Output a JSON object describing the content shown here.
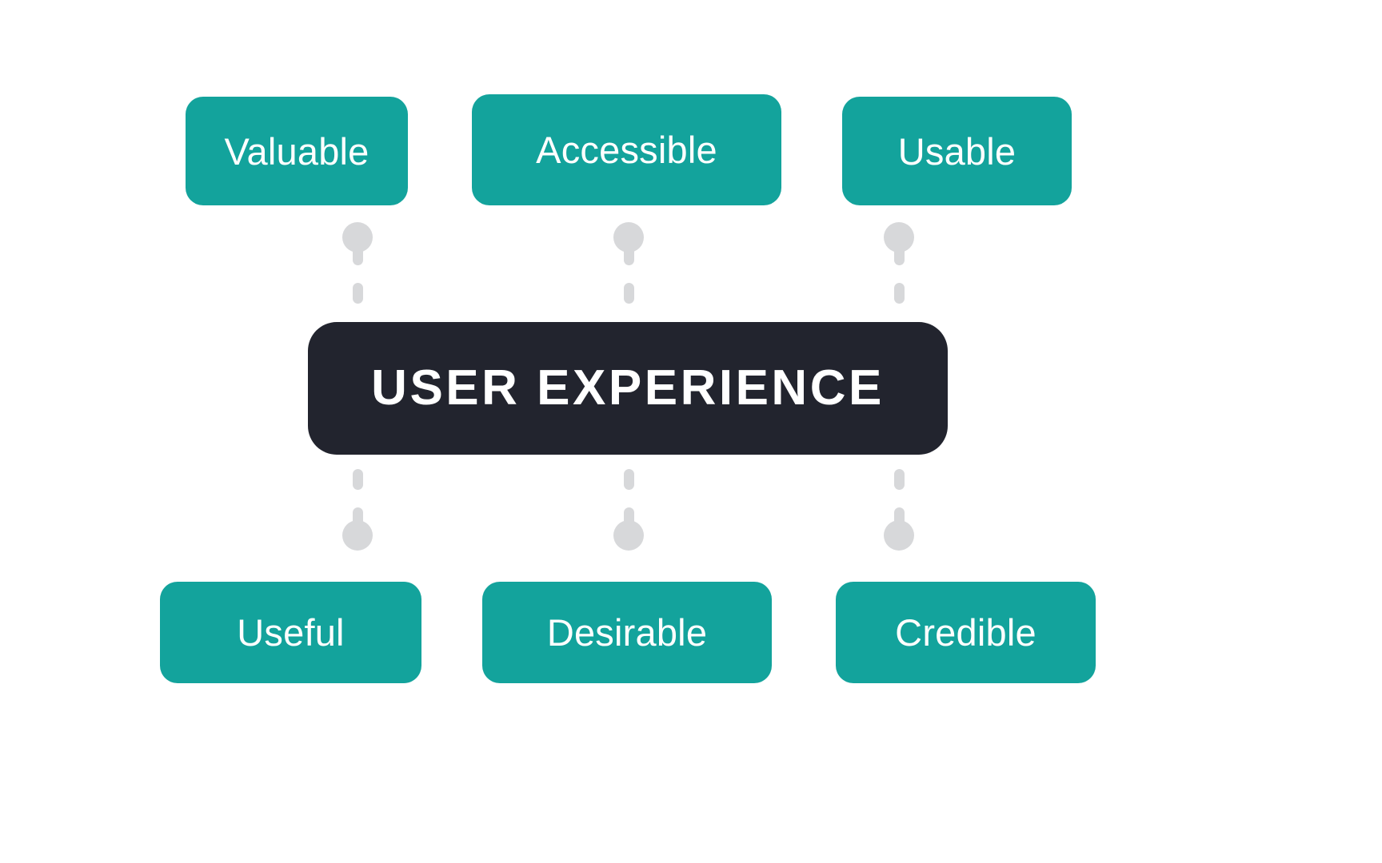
{
  "diagram": {
    "title": "USER EXPERIENCE",
    "background_color": "#ffffff",
    "center": {
      "label": "USER EXPERIENCE",
      "fill_color": "#22242e",
      "text_color": "#ffffff"
    },
    "chip_color": "#13a39c",
    "chip_text_color": "#ffffff",
    "connector_color": "#d7d8da",
    "top_nodes": [
      {
        "label": "Valuable"
      },
      {
        "label": "Accessible"
      },
      {
        "label": "Usable"
      }
    ],
    "bottom_nodes": [
      {
        "label": "Useful"
      },
      {
        "label": "Desirable"
      },
      {
        "label": "Credible"
      }
    ]
  }
}
